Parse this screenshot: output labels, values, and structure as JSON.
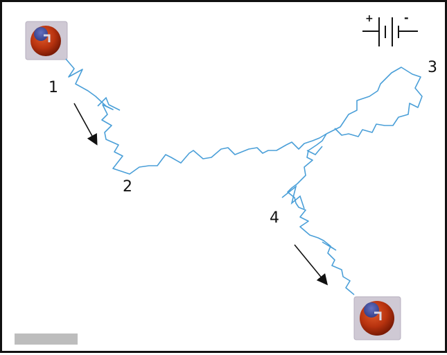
{
  "labels": {
    "node1": "1",
    "node2": "2",
    "node3": "3",
    "node4": "4"
  },
  "battery": {
    "plus": "+",
    "minus": "-"
  },
  "colors": {
    "path": "#4a9fd8",
    "outline": "#111111",
    "electrode_shell": "#c8c8d2",
    "droplet_red": "#b8330f",
    "droplet_blue": "#2c3f8f",
    "scalebar": "#bdbdbd"
  }
}
